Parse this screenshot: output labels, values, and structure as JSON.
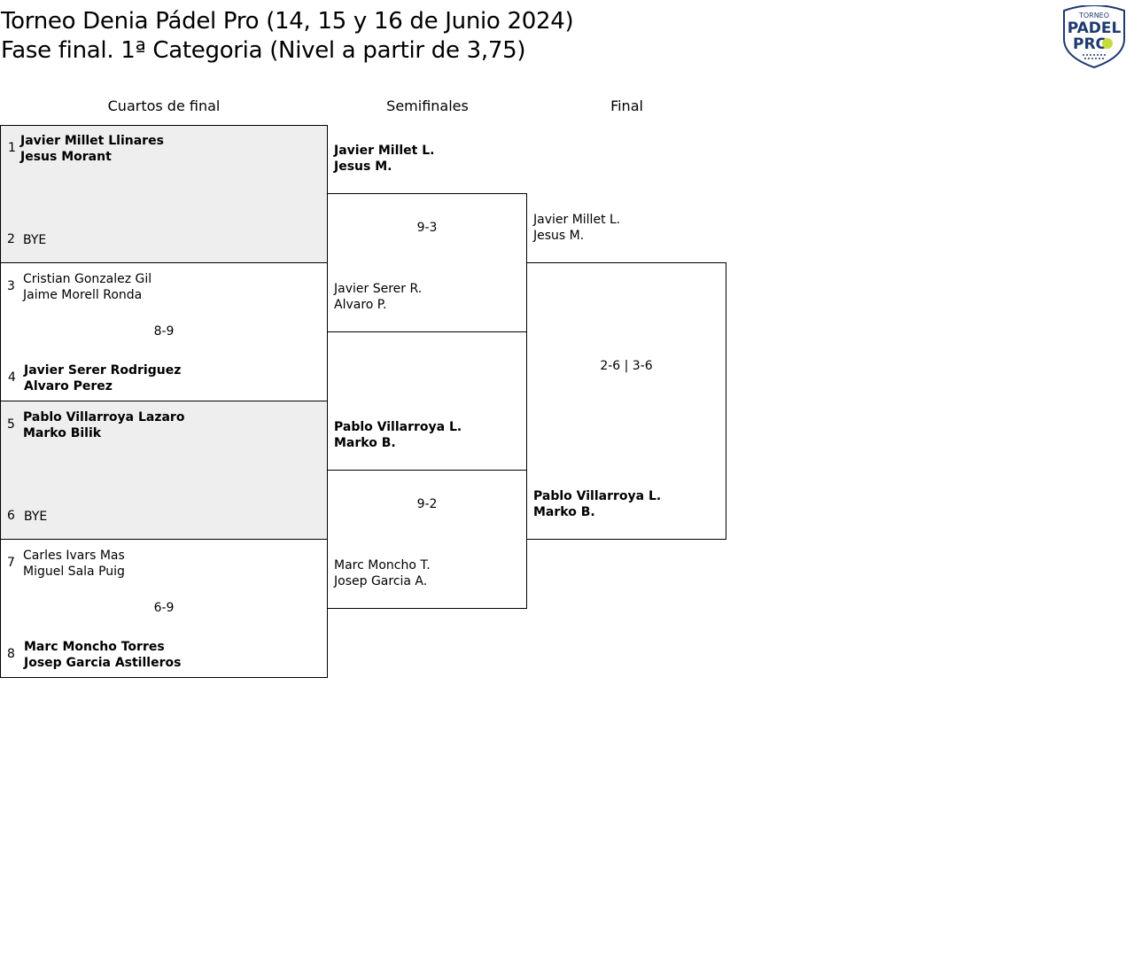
{
  "header": {
    "title_line1": "Torneo Denia Pádel Pro (14, 15 y 16 de Junio 2024)",
    "title_line2": "Fase final. 1ª Categoria (Nivel a partir de 3,75)",
    "logo": {
      "top_text": "TORNEO",
      "line1": "PADEL",
      "line2": "PRO"
    }
  },
  "rounds": {
    "quarterfinals": "Cuartos de final",
    "semifinals": "Semifinales",
    "final": "Final"
  },
  "quarterfinals": [
    {
      "top": {
        "seed": "1",
        "p1": "Javier Millet Llinares",
        "p2": "Jesus Morant"
      },
      "bottom": {
        "seed": "2",
        "p1": "BYE",
        "p2": ""
      },
      "score": ""
    },
    {
      "top": {
        "seed": "3",
        "p1": "Cristian Gonzalez Gil",
        "p2": "Jaime Morell Ronda"
      },
      "bottom": {
        "seed": "4",
        "p1": "Javier Serer Rodriguez",
        "p2": "Alvaro Perez"
      },
      "score": "8-9"
    },
    {
      "top": {
        "seed": "5",
        "p1": "Pablo Villarroya Lazaro",
        "p2": "Marko Bilik"
      },
      "bottom": {
        "seed": "6",
        "p1": "BYE",
        "p2": ""
      },
      "score": ""
    },
    {
      "top": {
        "seed": "7",
        "p1": "Carles Ivars Mas",
        "p2": "Miguel Sala Puig"
      },
      "bottom": {
        "seed": "8",
        "p1": "Marc Moncho Torres",
        "p2": "Josep Garcia Astilleros"
      },
      "score": "6-9"
    }
  ],
  "semifinals": [
    {
      "top": {
        "p1": "Javier Millet L.",
        "p2": "Jesus M."
      },
      "bottom": {
        "p1": "Javier Serer R.",
        "p2": "Alvaro P."
      },
      "score": "9-3"
    },
    {
      "top": {
        "p1": "Pablo Villarroya L.",
        "p2": "Marko B."
      },
      "bottom": {
        "p1": "Marc Moncho T.",
        "p2": "Josep Garcia A."
      },
      "score": "9-2"
    }
  ],
  "final": {
    "top": {
      "p1": "Javier Millet L.",
      "p2": "Jesus M."
    },
    "bottom": {
      "p1": "Pablo Villarroya L.",
      "p2": "Marko B."
    },
    "score": "2-6 | 3-6"
  }
}
